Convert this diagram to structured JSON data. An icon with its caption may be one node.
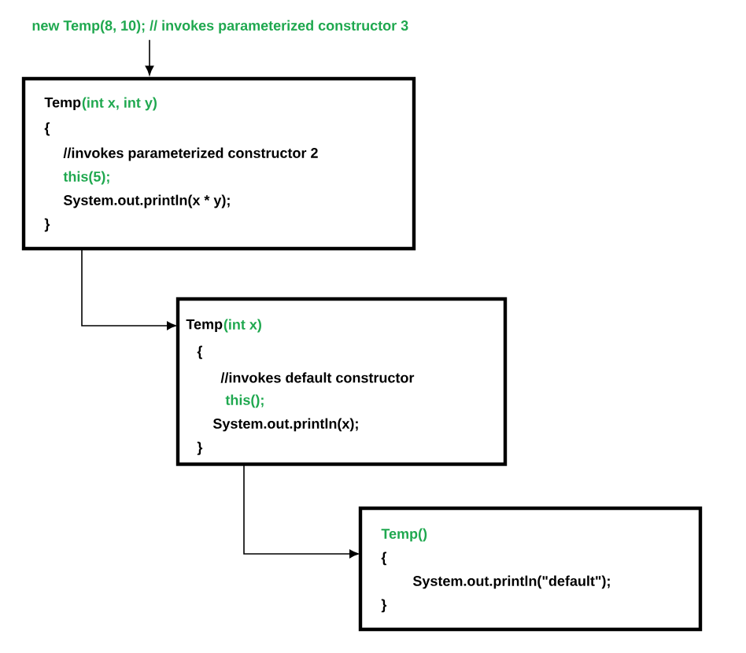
{
  "diagram": {
    "nodes": [
      {
        "text": [
          "new Temp(8, 10);  // invokes parameterized constructor 3"
        ]
      },
      {
        "text": [
          "Temp",
          "(int x, int y)",
          "{",
          "//invokes parameterized constructor 2",
          "this(5);",
          "System.out.println(x * y);",
          "}"
        ]
      },
      {
        "text": [
          "Temp",
          "(int x)",
          "{",
          "//invokes default constructor",
          "this();",
          "System.out.println(x);",
          "}"
        ]
      },
      {
        "text": [
          "Temp()",
          "{",
          "System.out.println(\"default\");",
          "}"
        ]
      }
    ],
    "edges": [
      {
        "from": 0,
        "to": 1,
        "arrow": "to"
      },
      {
        "from": 1,
        "to": 2,
        "arrow": "to"
      },
      {
        "from": 2,
        "to": 3,
        "arrow": "to"
      }
    ]
  }
}
